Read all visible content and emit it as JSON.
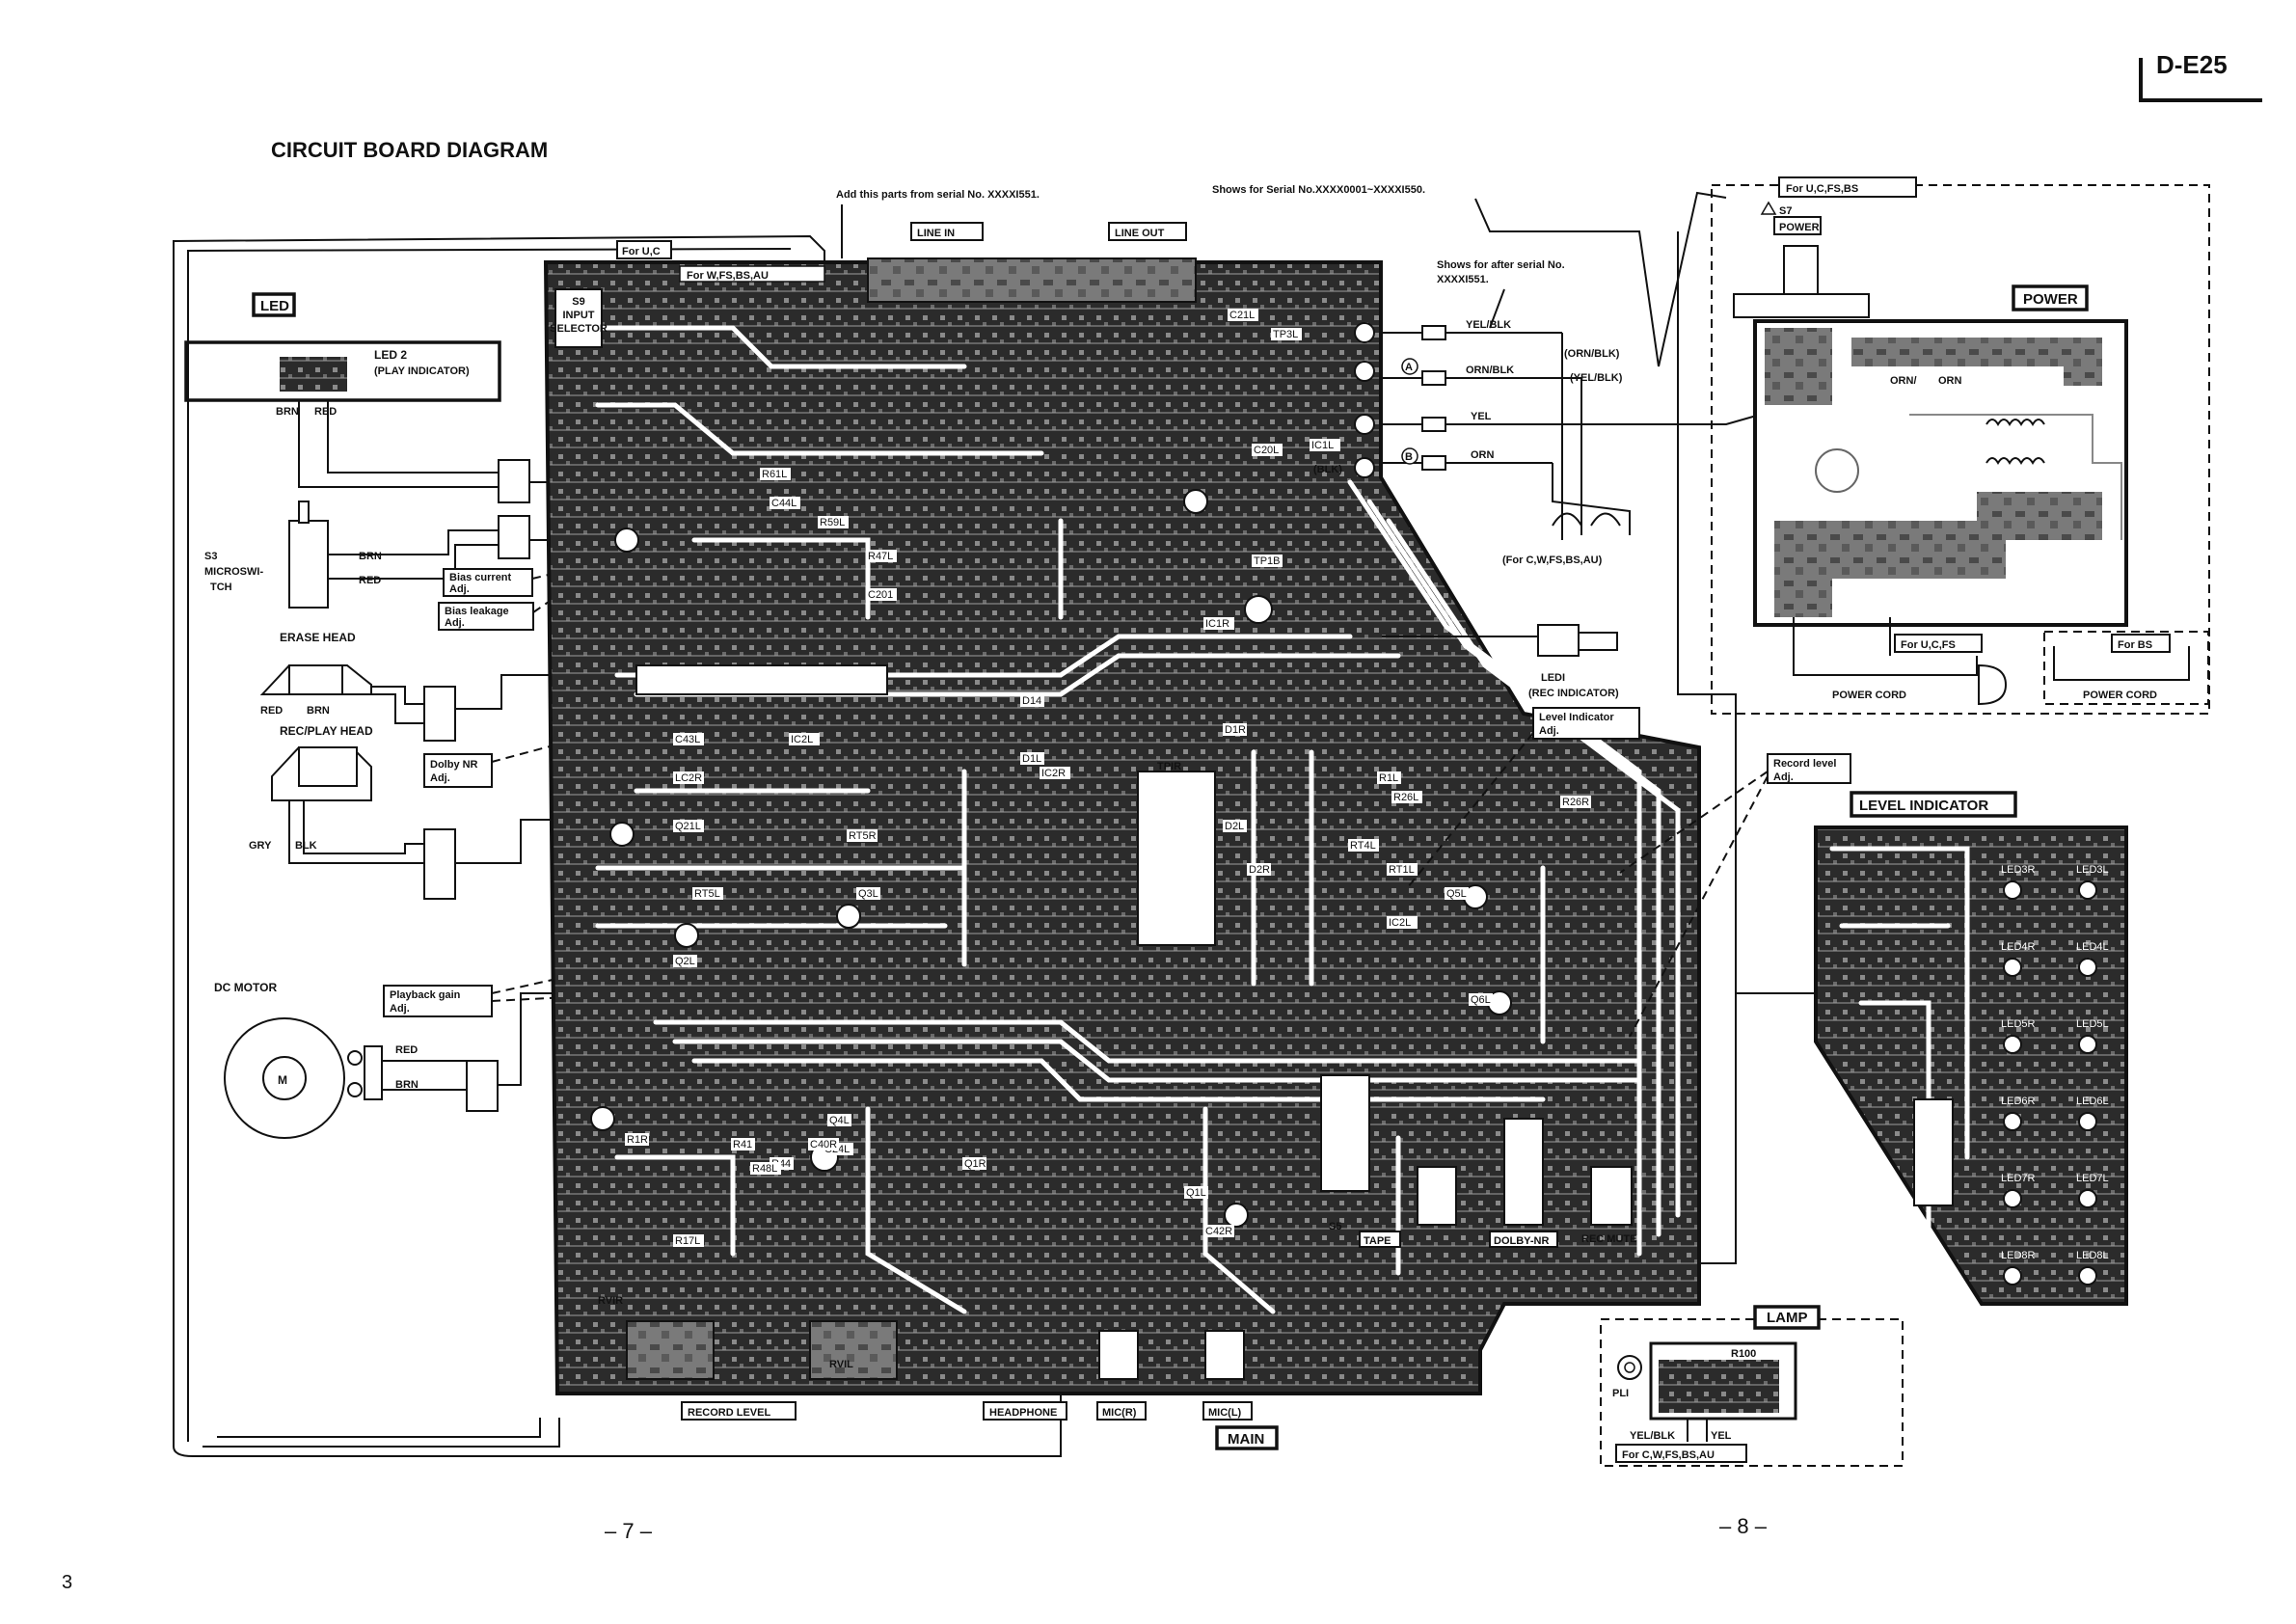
{
  "page": {
    "model": "D-E25",
    "title": "CIRCUIT BOARD DIAGRAM",
    "page_left": "– 7 –",
    "page_right": "– 8 –",
    "corner_number": "3"
  },
  "notes": {
    "add_parts": "Add this parts from serial No. XXXXI551.",
    "shows_for_serial": "Shows for Serial No.XXXX0001~XXXXI550.",
    "shows_after_1": "Shows for after serial No.",
    "shows_after_2": "XXXXI551.",
    "for_cwfsbsau": "(For C,W,FS,BS,AU)"
  },
  "boards": {
    "led": "LED",
    "power": "POWER",
    "level_indicator": "LEVEL INDICATOR",
    "lamp": "LAMP",
    "main": "MAIN"
  },
  "components": {
    "led2_line1": "LED 2",
    "led2_line2": "(PLAY INDICATOR)",
    "s3_line1": "S3",
    "s3_line2": "MICROSWI-",
    "s3_line3": "TCH",
    "erase_head": "ERASE HEAD",
    "rec_play_head": "REC/PLAY HEAD",
    "dc_motor": "DC MOTOR",
    "motor_m": "M",
    "led1_line1": "LEDI",
    "led1_line2": "(REC INDICATOR)",
    "s7": "S7",
    "power_switch": "POWER",
    "power_cord_1": "POWER CORD",
    "power_cord_2": "POWER CORD",
    "pl1": "PLI",
    "r100": "R100",
    "s9_line1": "S9",
    "s9_line2": "INPUT",
    "s9_line3": "SELECTOR",
    "ic_center": "TPIR"
  },
  "adjustments": {
    "bias_current_1": "Bias current",
    "bias_current_2": "Adj.",
    "bias_leakage_1": "Bias leakage",
    "bias_leakage_2": "Adj.",
    "dolby_nr_1": "Dolby NR",
    "dolby_nr_2": "Adj.",
    "playback_gain_1": "Playback gain",
    "playback_gain_2": "Adj.",
    "level_indicator_1": "Level Indicator",
    "level_indicator_2": "Adj.",
    "record_level_1": "Record level",
    "record_level_2": "Adj."
  },
  "region_tags": {
    "for_uc": "For U,C",
    "for_wfsbsau": "For W,FS,BS,AU",
    "for_ucfsbs": "For U,C,FS,BS",
    "for_ucfs": "For U,C,FS",
    "for_bs": "For BS",
    "for_cwfsbsau_lamp": "For C,W,FS,BS,AU"
  },
  "jacks": {
    "line_in": "LINE IN",
    "line_out": "LINE OUT",
    "record_level": "RECORD LEVEL",
    "headphone": "HEADPHONE",
    "mic_r": "MIC(R)",
    "mic_l": "MIC(L)",
    "s5": "S5",
    "tape": "TAPE",
    "dolby_nr": "DOLBY-NR",
    "rec_mute": "REC MUTE",
    "rv1r": "RVIR",
    "rv1l": "RVIL"
  },
  "wire_colors": {
    "brn": "BRN",
    "red": "RED",
    "gry": "GRY",
    "blk": "BLK",
    "yel_blk": "YEL/BLK",
    "orn_blk": "ORN/BLK",
    "yel": "YEL",
    "orn": "ORN",
    "orn_blk_p": "(ORN/BLK)",
    "yel_blk_p": "(YEL/BLK)",
    "blk_p": "(BLK)",
    "orn_pwr": "ORN",
    "orn_blk_pwr": "ORN/",
    "circle_a": "A",
    "circle_b": "B"
  },
  "part_refs": [
    "Q21L",
    "Q2L",
    "Q3L",
    "Q4L",
    "Q5L",
    "Q6L",
    "Q1R",
    "Q1L",
    "D1L",
    "D1R",
    "D2R",
    "D2L",
    "C21L",
    "C20L",
    "C24L",
    "C44L",
    "C43L",
    "R41",
    "R44",
    "R48L",
    "R1R",
    "R1L",
    "R26L",
    "R26R",
    "RT5L",
    "RT5R",
    "RT1L",
    "RT4L",
    "D14",
    "C201",
    "TP1B",
    "TP3L",
    "IC1L",
    "IC1R",
    "IC2L",
    "LC2R",
    "C40R",
    "C42R",
    "R17L",
    "R61L",
    "R59L",
    "R47L",
    "LED3R",
    "LED3L",
    "LED4R",
    "LED4L",
    "LED5R",
    "LED5L",
    "LED6R",
    "LED6L",
    "LED7R",
    "LED7L",
    "LED8R",
    "LED8L",
    "IC2R",
    "IC2L"
  ],
  "colors": {
    "ink": "#111111",
    "paper": "#ffffff",
    "board_fill": "#2b2b2b"
  }
}
